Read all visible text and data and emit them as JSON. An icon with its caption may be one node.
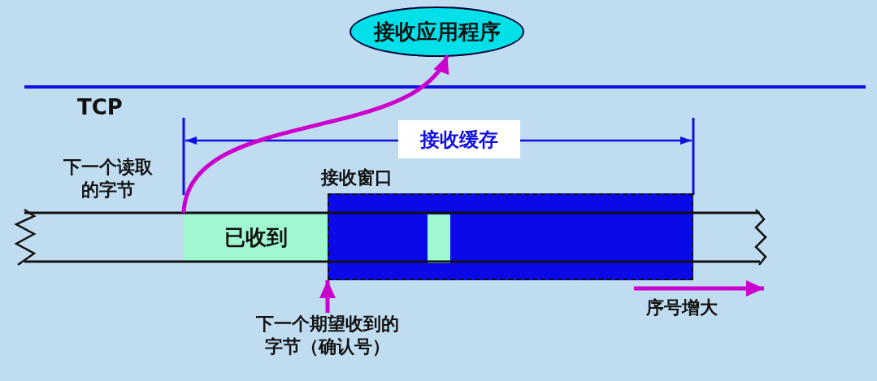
{
  "diagram": {
    "nodes": [
      {
        "text": [
          "接收应用程序"
        ]
      },
      {
        "text": [
          "已收到"
        ]
      },
      {
        "text": [
          "下一个期望收到的字节（确认号）"
        ]
      },
      {
        "text": [
          "接收窗口"
        ]
      },
      {
        "text": [],
        "shape": "box",
        "in": 3
      }
    ],
    "edges": [
      {
        "from": 1,
        "to": 0,
        "arrow": "to"
      },
      {
        "from": 2,
        "to": 3,
        "arrow": "to"
      }
    ],
    "labels": [
      "TCP",
      "接收缓存",
      "下一个读取的字节",
      "序号增大"
    ]
  }
}
